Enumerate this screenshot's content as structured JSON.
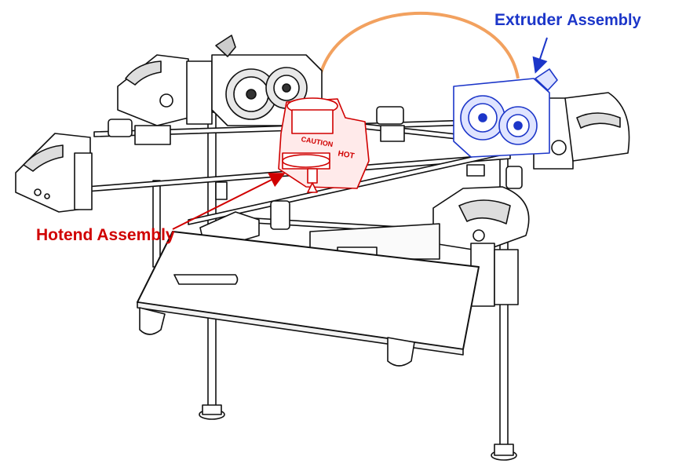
{
  "labels": {
    "extruder_word1": "Extruder",
    "extruder_word2": "Assembly",
    "hotend": "Hotend Assembly",
    "caution": "CAUTION",
    "hot": "HOT"
  },
  "colors": {
    "extruder": "#1c36c9",
    "hotend": "#d00000",
    "filament": "#f2a15f",
    "frame": "#111111"
  },
  "icons": {
    "extruder_arrow": "arrow-icon",
    "hotend_arrow": "arrow-icon"
  }
}
